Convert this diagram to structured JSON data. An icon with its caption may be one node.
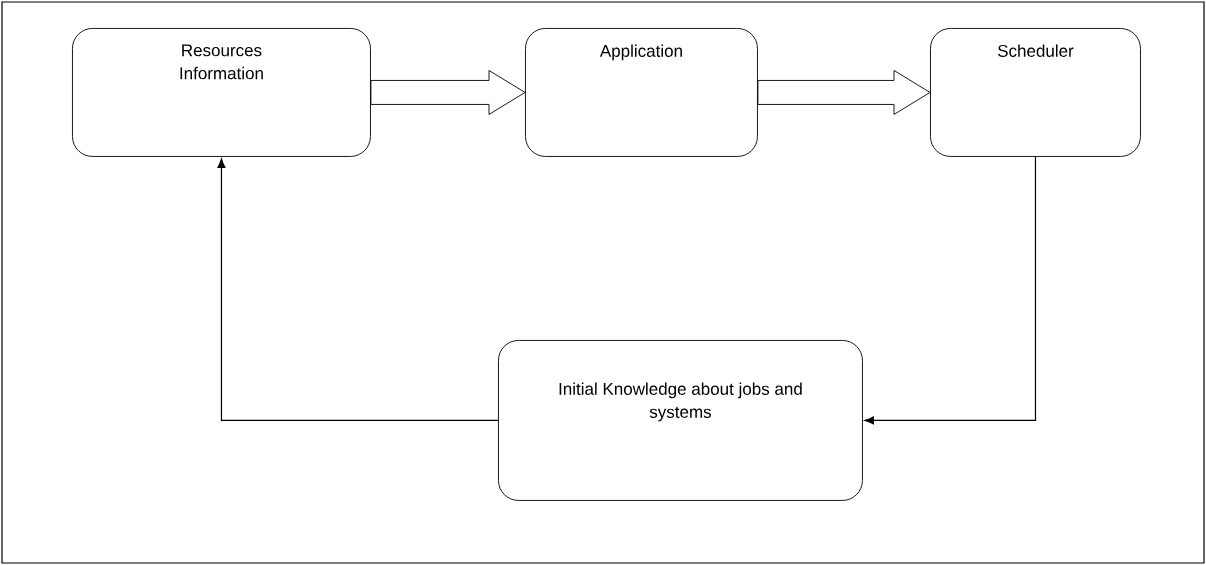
{
  "diagram": {
    "nodes": [
      {
        "text": [
          "Resources Information"
        ]
      },
      {
        "text": [
          "Application"
        ]
      },
      {
        "text": [
          "Scheduler"
        ]
      },
      {
        "text": [
          "Initial Knowledge about jobs and systems"
        ]
      }
    ],
    "edges": [
      {
        "from": 0,
        "to": 1,
        "arrow": "to",
        "style": "thick"
      },
      {
        "from": 1,
        "to": 2,
        "arrow": "to",
        "style": "thick"
      },
      {
        "from": 2,
        "to": 3,
        "arrow": "to"
      },
      {
        "from": 3,
        "to": 0,
        "arrow": "to"
      }
    ]
  }
}
